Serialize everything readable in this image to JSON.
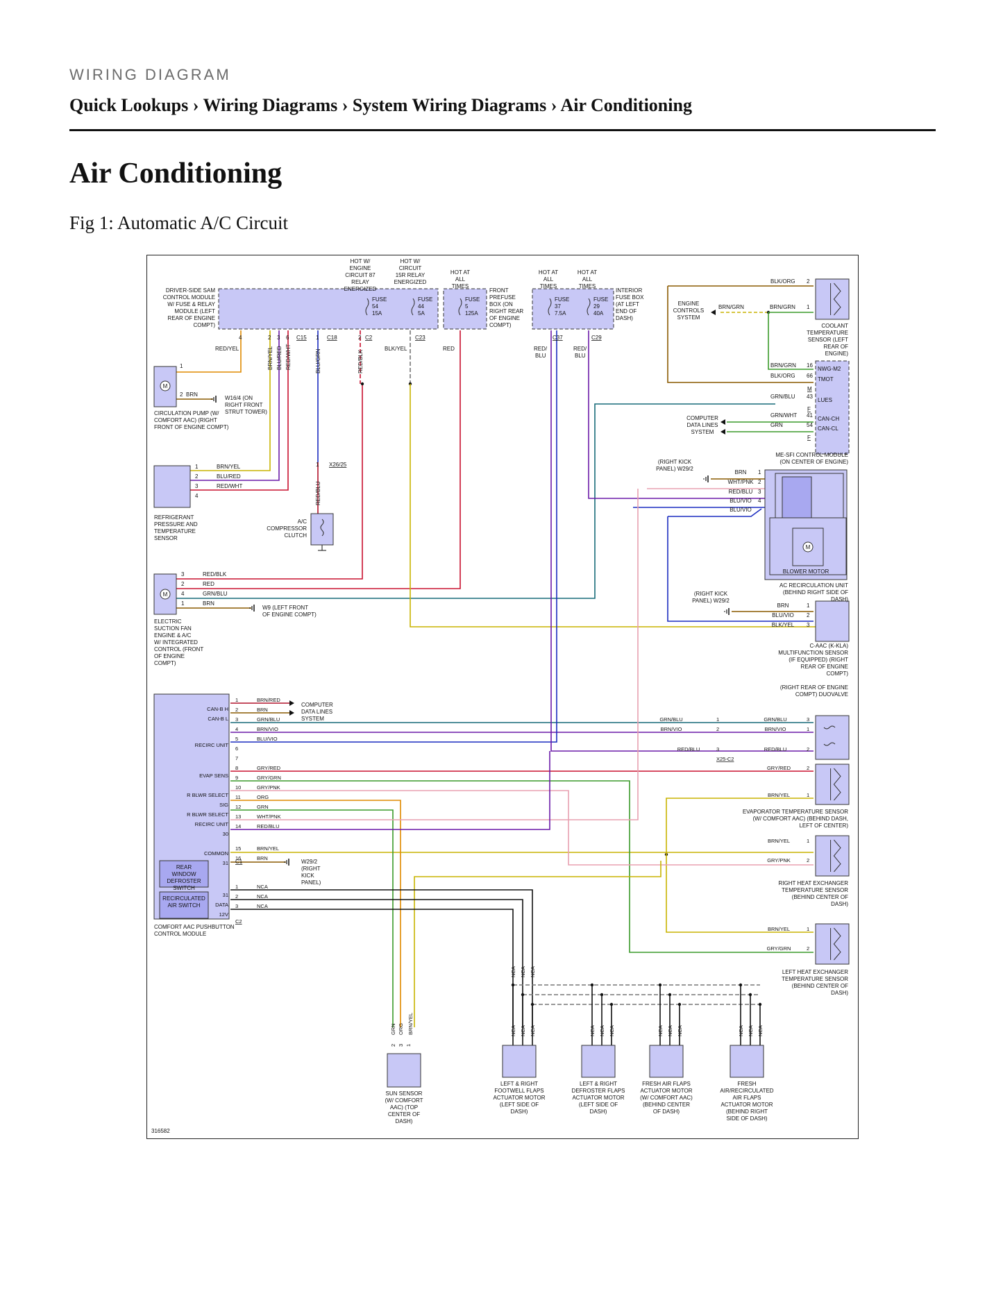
{
  "header": {
    "kicker": "WIRING DIAGRAM",
    "crumbs": [
      "Quick Lookups",
      "Wiring Diagrams",
      "System Wiring Diagrams",
      "Air Conditioning"
    ],
    "separator": "›"
  },
  "page_title": "Air Conditioning",
  "figure_caption": "Fig 1: Automatic A/C Circuit",
  "diagram": {
    "ref": "316582",
    "top_notes": {
      "hot_engine": "HOT W/ ENGINE CIRCUIT 87 RELAY ENERGIZED",
      "hot_15r": "HOT W/ CIRCUIT 15R RELAY ENERGIZED",
      "hot_times_a": "HOT AT ALL TIMES",
      "hot_times_b": "HOT AT ALL TIMES",
      "hot_times_c": "HOT AT ALL TIMES"
    },
    "modules": {
      "sam": "DRIVER-SIDE SAM CONTROL MODULE W/ FUSE & RELAY MODULE (LEFT REAR OF ENGINE COMPT)",
      "prefuse": "FRONT PREFUSE BOX (ON RIGHT REAR OF ENGINE COMPT)",
      "interior_fuse": "INTERIOR FUSE BOX (AT LEFT END OF DASH)",
      "engine_controls": "ENGINE CONTROLS SYSTEM",
      "coolant": "COOLANT TEMPERATURE SENSOR (LEFT REAR OF ENGINE)",
      "mesfi": "ME-SFI CONTROL MODULE (ON CENTER OF ENGINE)",
      "computer_data": "COMPUTER DATA LINES SYSTEM",
      "circ_pump": "CIRCULATION PUMP (W/ COMFORT AAC) (RIGHT FRONT OF ENGINE COMPT)",
      "refrig": "REFRIGERANT PRESSURE AND TEMPERATURE SENSOR",
      "compressor": "A/C COMPRESSOR CLUTCH",
      "blower": "BLOWER MOTOR",
      "recirc_unit": "AC RECIRCULATION UNIT (BEHIND RIGHT SIDE OF DASH)",
      "suction_fan": "ELECTRIC SUCTION FAN ENGINE & A/C W/ INTEGRATED CONTROL (FRONT OF ENGINE COMPT)",
      "caac": "C-AAC (K-KLA) MULTIFUNCTION SENSOR (IF EQUIPPED) (RIGHT REAR OF ENGINE COMPT)",
      "duovalve": "(RIGHT REAR OF ENGINE COMPT) DUOVALVE",
      "evap_sensor": "EVAPORATOR TEMPERATURE SENSOR (W/ COMFORT AAC) (BEHIND DASH, LEFT OF CENTER)",
      "rhe_sensor": "RIGHT HEAT EXCHANGER TEMPERATURE SENSOR (BEHIND CENTER OF DASH)",
      "lhe_sensor": "LEFT HEAT EXCHANGER TEMPERATURE SENSOR (BEHIND CENTER OF DASH)",
      "pushbutton": "COMFORT AAC PUSHBUTTON CONTROL MODULE",
      "rear_window": "REAR WINDOW DEFROSTER SWITCH",
      "recirc_switch": "RECIRCULATED AIR SWITCH",
      "sun": "SUN SENSOR (W/ COMFORT AAC) (TOP CENTER OF DASH)",
      "footwell": "LEFT & RIGHT FOOTWELL FLAPS ACTUATOR MOTOR (LEFT SIDE OF DASH)",
      "defroster": "LEFT & RIGHT DEFROSTER FLAPS ACTUATOR MOTOR (LEFT SIDE OF DASH)",
      "fresh": "FRESH AIR FLAPS ACTUATOR MOTOR (W/ COMFORT AAC) (BEHIND CENTER OF DASH)",
      "fresh_recirc": "FRESH AIR/RECIRCULATED AIR FLAPS ACTUATOR MOTOR (BEHIND RIGHT SIDE OF DASH)"
    },
    "grounds": {
      "w16": "W16/4 (ON RIGHT FRONT STRUT TOWER)",
      "w9": "W9 (LEFT FRONT OF ENGINE COMPT)",
      "w29_a": "(RIGHT KICK PANEL) W29/2",
      "w29_b": "(RIGHT KICK PANEL) W29/2",
      "w29_c": "W29/2 (RIGHT KICK PANEL)"
    },
    "fuses": [
      {
        "name": "FUSE",
        "num": "54",
        "amp": "15A"
      },
      {
        "name": "FUSE",
        "num": "44",
        "amp": "5A"
      },
      {
        "name": "FUSE",
        "num": "5",
        "amp": "125A"
      },
      {
        "name": "FUSE",
        "num": "37",
        "amp": "7.5A"
      },
      {
        "name": "FUSE",
        "num": "29",
        "amp": "40A"
      }
    ],
    "connectors": [
      "C15",
      "C18",
      "C2",
      "C23",
      "C37",
      "C29",
      "X26/25",
      "X25-C2",
      "C1",
      "C2"
    ],
    "sam_pins": [
      "4",
      "2",
      "3",
      "6",
      "1",
      "2"
    ],
    "top_wires": [
      "RED/YEL",
      "BRN/YEL",
      "BLU/RED",
      "RED/WHT",
      "BLU/GRN",
      "RED/BLK",
      "BLK/YEL",
      "RED",
      "RED/ BLU",
      "RED/ BLU"
    ],
    "mesfi_pins": [
      {
        "wire": "BRN/GRN",
        "pin": "16",
        "label": "NWG-M2"
      },
      {
        "wire": "BLK/ORG",
        "pin": "66",
        "label": "TMOT"
      },
      {
        "wire": "GRN/BLU",
        "pin": "43",
        "label": "LUES"
      },
      {
        "wire": "GRN/WHT",
        "pin": "41",
        "label": "CAN-CH"
      },
      {
        "wire": "GRN",
        "pin": "54",
        "label": "CAN-CL"
      }
    ],
    "mesfi_letters": [
      "M",
      "F",
      "F"
    ],
    "coolant_wires": {
      "a": "BLK/ORG",
      "a_pin": "2",
      "b": "BRN/GRN",
      "b_pin": "1",
      "c": "BRN/GRN"
    },
    "circ_pump_pins": {
      "p1": "1",
      "p2": "2",
      "wire2": "BRN"
    },
    "refrig_pins": [
      {
        "pin": "1",
        "wire": "BRN/YEL"
      },
      {
        "pin": "2",
        "wire": "BLU/RED"
      },
      {
        "pin": "3",
        "wire": "RED/WHT"
      },
      {
        "pin": "4",
        "wire": ""
      }
    ],
    "compressor_wire": {
      "pin": "1",
      "wire": "RED/BLU"
    },
    "recirc_pins": [
      {
        "wire": "BRN",
        "pin": "1"
      },
      {
        "wire": "WHT/PNK",
        "pin": "2"
      },
      {
        "wire": "RED/BLU",
        "pin": "3"
      },
      {
        "wire": "BLU/VIO",
        "pin": "4"
      },
      {
        "wire": "BLU/VIO",
        "pin": ""
      }
    ],
    "fan_pins": [
      {
        "pin": "3",
        "wire": "RED/BLK"
      },
      {
        "pin": "2",
        "wire": "RED"
      },
      {
        "pin": "4",
        "wire": "GRN/BLU"
      },
      {
        "pin": "1",
        "wire": "BRN"
      }
    ],
    "caac_pins": [
      {
        "wire": "BRN",
        "pin": "1"
      },
      {
        "wire": "BLU/VIO",
        "pin": "2"
      },
      {
        "wire": "BLK/YEL",
        "pin": "3"
      }
    ],
    "pushbutton_labels": {
      "canh": "CAN-B H",
      "canl": "CAN-B L",
      "recirc": "RECIRC UNIT",
      "evap": "EVAP SENS",
      "rblwr": "R BLWR SELECT",
      "sig": "SIG",
      "rblwr2": "R BLWR SELECT",
      "recirc2": "RECIRC UNIT",
      "n30": "30",
      "common": "COMMON",
      "n31": "31",
      "n31b": "31",
      "data": "DATA",
      "v12": "12V"
    },
    "pushbutton_pins": [
      {
        "pin": "1",
        "wire": "BRN/RED"
      },
      {
        "pin": "2",
        "wire": "BRN"
      },
      {
        "pin": "3",
        "wire": "GRN/BLU"
      },
      {
        "pin": "4",
        "wire": "BRN/VIO"
      },
      {
        "pin": "5",
        "wire": "BLU/VIO"
      },
      {
        "pin": "6",
        "wire": ""
      },
      {
        "pin": "7",
        "wire": ""
      },
      {
        "pin": "8",
        "wire": "GRY/RED"
      },
      {
        "pin": "9",
        "wire": "GRY/GRN"
      },
      {
        "pin": "10",
        "wire": "GRY/PNK"
      },
      {
        "pin": "11",
        "wire": "ORG"
      },
      {
        "pin": "12",
        "wire": "GRN"
      },
      {
        "pin": "13",
        "wire": "WHT/PNK"
      },
      {
        "pin": "14",
        "wire": "RED/BLU"
      },
      {
        "pin": "15",
        "wire": "BRN/YEL"
      },
      {
        "pin": "16",
        "wire": "BRN"
      }
    ],
    "pushbutton_pins_c2": [
      {
        "pin": "1",
        "wire": "NCA"
      },
      {
        "pin": "2",
        "wire": "NCA"
      },
      {
        "pin": "3",
        "wire": "NCA"
      }
    ],
    "duovalve_wires": {
      "l1": "GRN/BLU",
      "l2": "BRN/VIO",
      "l3": "RED/BLU",
      "p2": "2",
      "p3": "3",
      "r1": "GRN/BLU",
      "r1p": "3",
      "r2": "BRN/VIO",
      "r2p": "1",
      "r3": "RED/BLU",
      "r3p": "2"
    },
    "evap_wires": {
      "a": "GRY/RED",
      "ap": "2",
      "b": "BRN/YEL",
      "bp": "1"
    },
    "rhe_wires": {
      "a": "BRN/YEL",
      "ap": "1",
      "b": "GRY/PNK",
      "bp": "2"
    },
    "lhe_wires": {
      "a": "BRN/YEL",
      "ap": "1",
      "b": "GRY/GRN",
      "bp": "2"
    },
    "sun_pins": {
      "p2": "2",
      "p3": "3",
      "p1": "1",
      "w2": "GRN",
      "w3": "ORG",
      "w1": "BRN/YEL"
    },
    "nca": "NCA"
  }
}
